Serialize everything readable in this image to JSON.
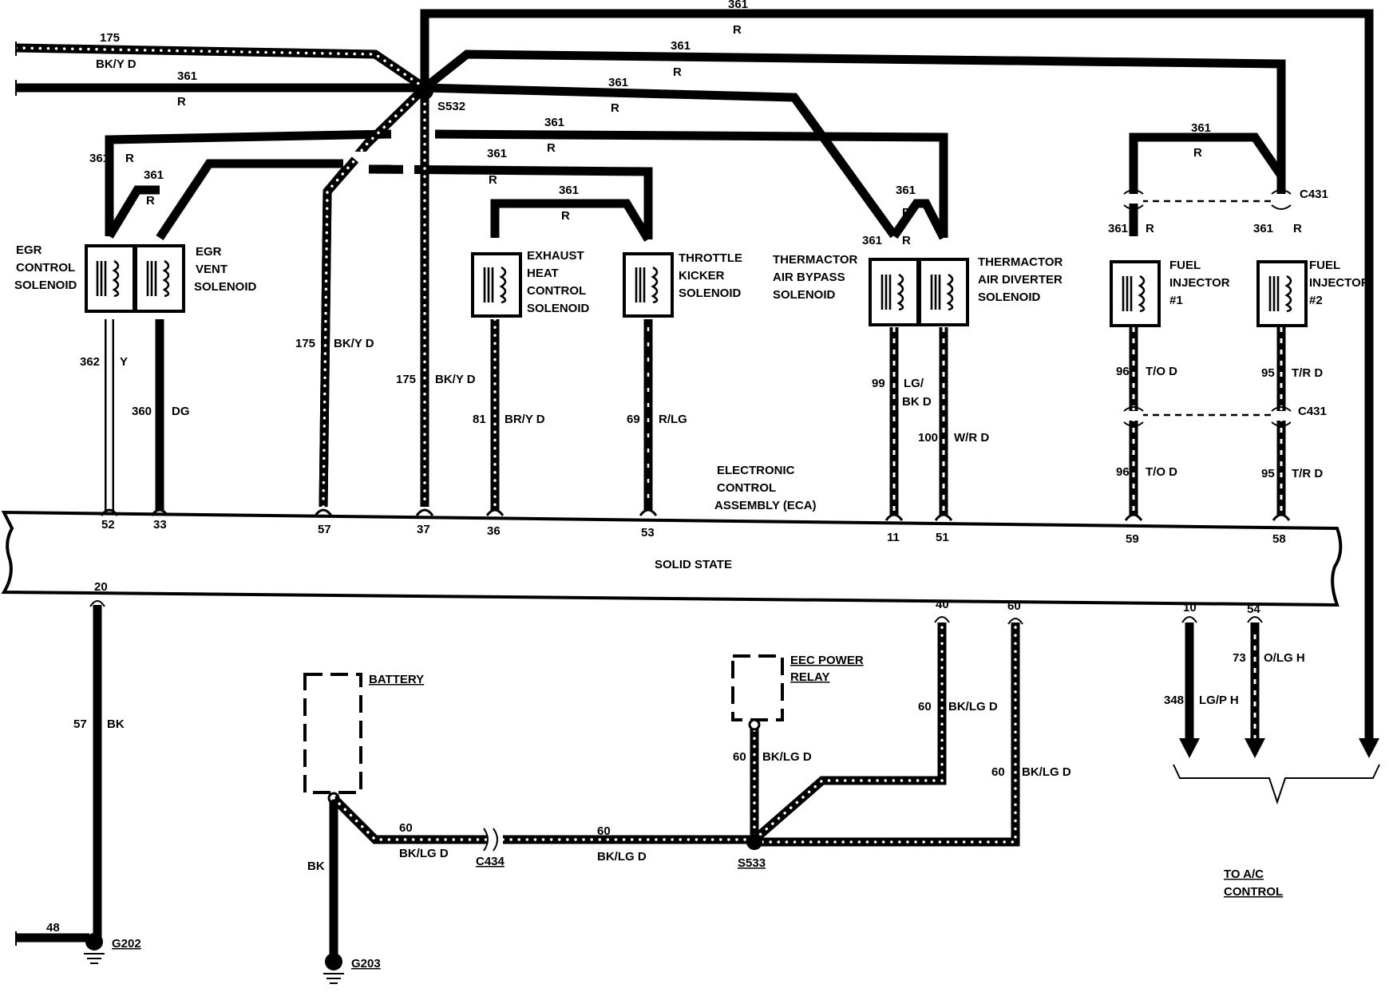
{
  "diagram": {
    "module": {
      "name_lines": [
        "ELECTRONIC",
        "CONTROL",
        "ASSEMBLY (ECA)"
      ],
      "inner_label": "SOLID STATE"
    },
    "components": {
      "egr_control": [
        "EGR",
        "CONTROL",
        "SOLENOID"
      ],
      "egr_vent": [
        "EGR",
        "VENT",
        "SOLENOID"
      ],
      "exhaust_heat": [
        "EXHAUST",
        "HEAT",
        "CONTROL",
        "SOLENOID"
      ],
      "throttle_kicker": [
        "THROTTLE",
        "KICKER",
        "SOLENOID"
      ],
      "thermactor_bypass": [
        "THERMACTOR",
        "AIR BYPASS",
        "SOLENOID"
      ],
      "thermactor_diverter": [
        "THERMACTOR",
        "AIR DIVERTER",
        "SOLENOID"
      ],
      "fuel_injector_1": [
        "FUEL",
        "INJECTOR",
        "#1"
      ],
      "fuel_injector_2": [
        "FUEL",
        "INJECTOR",
        "#2"
      ],
      "battery": "BATTERY",
      "eec_relay": [
        "EEC POWER",
        "RELAY"
      ]
    },
    "connectors": {
      "s532": "S532",
      "s533": "S533",
      "c431_top": "C431",
      "c431_mid": "C431",
      "c434": "C434",
      "g202": "G202",
      "g203": "G203"
    },
    "pins": {
      "p52": "52",
      "p33": "33",
      "p57": "57",
      "p37": "37",
      "p36": "36",
      "p53": "53",
      "p11": "11",
      "p51": "51",
      "p59": "59",
      "p58": "58",
      "p20": "20",
      "p40": "40",
      "p60": "60",
      "p10": "10",
      "p54": "54"
    },
    "wire_labels": {
      "w175_top": "175",
      "w175_top_c": "BK/Y D",
      "w361_top": "361",
      "w361_top_c": "R",
      "w361_a": "361",
      "w361_a_c": "R",
      "w361_b": "361",
      "w361_b_c": "R",
      "w361_c": "361",
      "w361_c_c": "R",
      "w361_d": "361",
      "w361_d_c": "R",
      "w361_e": "361",
      "w361_e_c": "R",
      "w361_f": "361",
      "w361_f_c": "R",
      "w361_egr1": "361",
      "w361_egr1_c": "R",
      "w361_egr2": "361",
      "w361_egr2_c": "R",
      "w361_ex": "361",
      "w361_ex_c": "R",
      "w361_th1": "361",
      "w361_th1_c": "R",
      "w361_th2": "361",
      "w361_th2_c": "R",
      "w361_fi": "361",
      "w361_fi_c": "R",
      "w361_fi1": "361",
      "w361_fi1_c": "R",
      "w361_fi2": "361",
      "w361_fi2_c": "R",
      "w362": "362",
      "w362_c": "Y",
      "w360": "360",
      "w360_c": "DG",
      "w175_a": "175",
      "w175_a_c": "BK/Y D",
      "w175_b": "175",
      "w175_b_c": "BK/Y D",
      "w81": "81",
      "w81_c": "BR/Y D",
      "w69": "69",
      "w69_c": "R/LG",
      "w99": "99",
      "w99_c1": "LG/",
      "w99_c2": "BK D",
      "w100": "100",
      "w100_c": "W/R D",
      "w96a": "96",
      "w96a_c": "T/O D",
      "w96b": "96",
      "w96b_c": "T/O D",
      "w95a": "95",
      "w95a_c": "T/R D",
      "w95b": "95",
      "w95b_c": "T/R D",
      "w57": "57",
      "w57_c": "BK",
      "w48": "48",
      "w_bat_bk": "BK",
      "w60_a": "60",
      "w60_a_c": "BK/LG D",
      "w60_b": "60",
      "w60_b_c": "BK/LG D",
      "w60_c": "60",
      "w60_c_c": "BK/LG D",
      "w60_d": "60",
      "w60_d_c": "BK/LG D",
      "w60_e": "60",
      "w60_e_c": "BK/LG D",
      "w348": "348",
      "w348_c": "LG/P H",
      "w73": "73",
      "w73_c": "O/LG H"
    },
    "ac_control": [
      "TO A/C",
      "CONTROL"
    ]
  }
}
